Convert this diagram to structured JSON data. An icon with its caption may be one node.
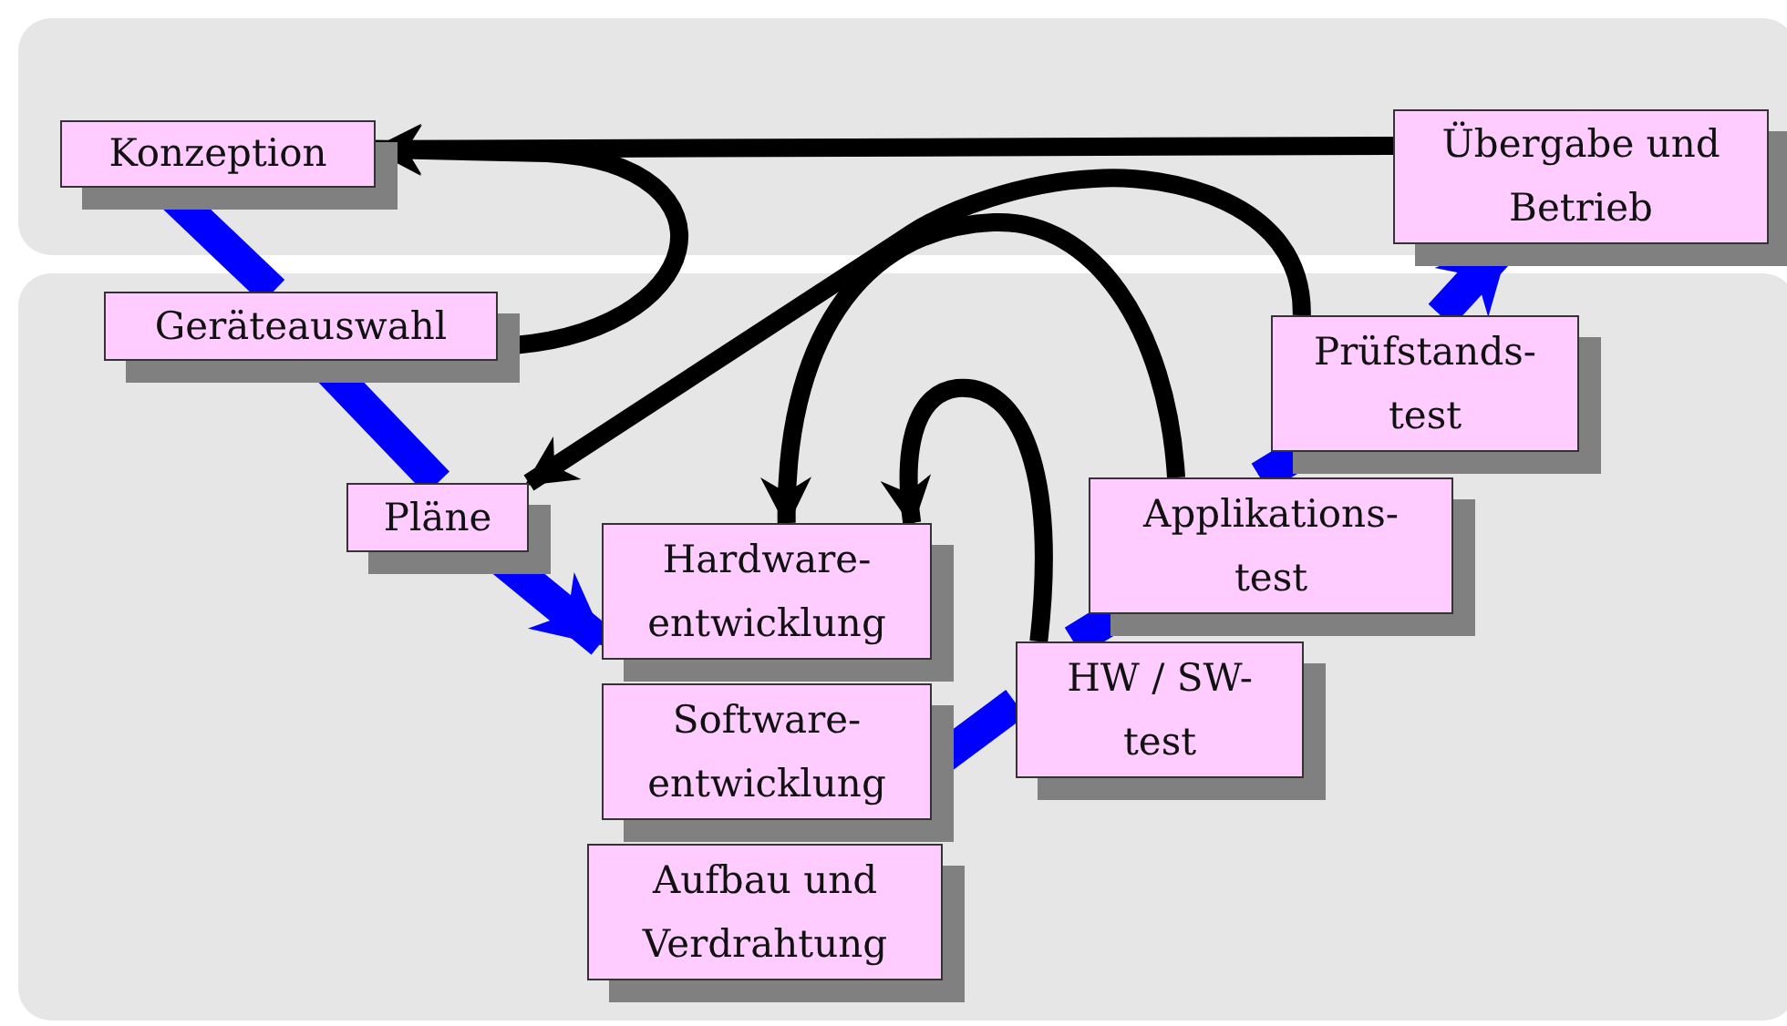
{
  "diagram": {
    "nodes": [
      {
        "text": [
          "Konzeption"
        ]
      },
      {
        "text": [
          "Geräteauswahl"
        ]
      },
      {
        "text": [
          "Pläne"
        ]
      },
      {
        "text": [
          "Hardware- entwicklung"
        ]
      },
      {
        "text": [
          "Software- entwicklung"
        ]
      },
      {
        "text": [
          "Aufbau und Verdrahtung"
        ]
      },
      {
        "text": [
          "HW / SW- test"
        ]
      },
      {
        "text": [
          "Applikations- test"
        ]
      },
      {
        "text": [
          "Prüfstands- test"
        ]
      },
      {
        "text": [
          "Übergabe und Betrieb"
        ]
      }
    ],
    "edges": [
      {
        "from": 9,
        "to": 0,
        "arrow": "to",
        "color": "#000000"
      },
      {
        "from": 1,
        "to": 0,
        "arrow": "to",
        "color": "#000000"
      },
      {
        "from": 8,
        "to": 2,
        "arrow": "to",
        "color": "#000000"
      },
      {
        "from": 7,
        "to": 3,
        "arrow": "to",
        "color": "#000000"
      },
      {
        "from": 6,
        "to": 3,
        "arrow": "to",
        "color": "#000000"
      },
      {
        "from": 0,
        "to": 1,
        "arrow": "none"
      },
      {
        "from": 1,
        "to": 2,
        "arrow": "none"
      },
      {
        "from": 2,
        "to": 3,
        "arrow": "to"
      },
      {
        "from": 4,
        "to": 6,
        "arrow": "none"
      },
      {
        "from": 6,
        "to": 7,
        "arrow": "none"
      },
      {
        "from": 7,
        "to": 8,
        "arrow": "none"
      },
      {
        "from": 8,
        "to": 9,
        "arrow": "to"
      }
    ]
  }
}
